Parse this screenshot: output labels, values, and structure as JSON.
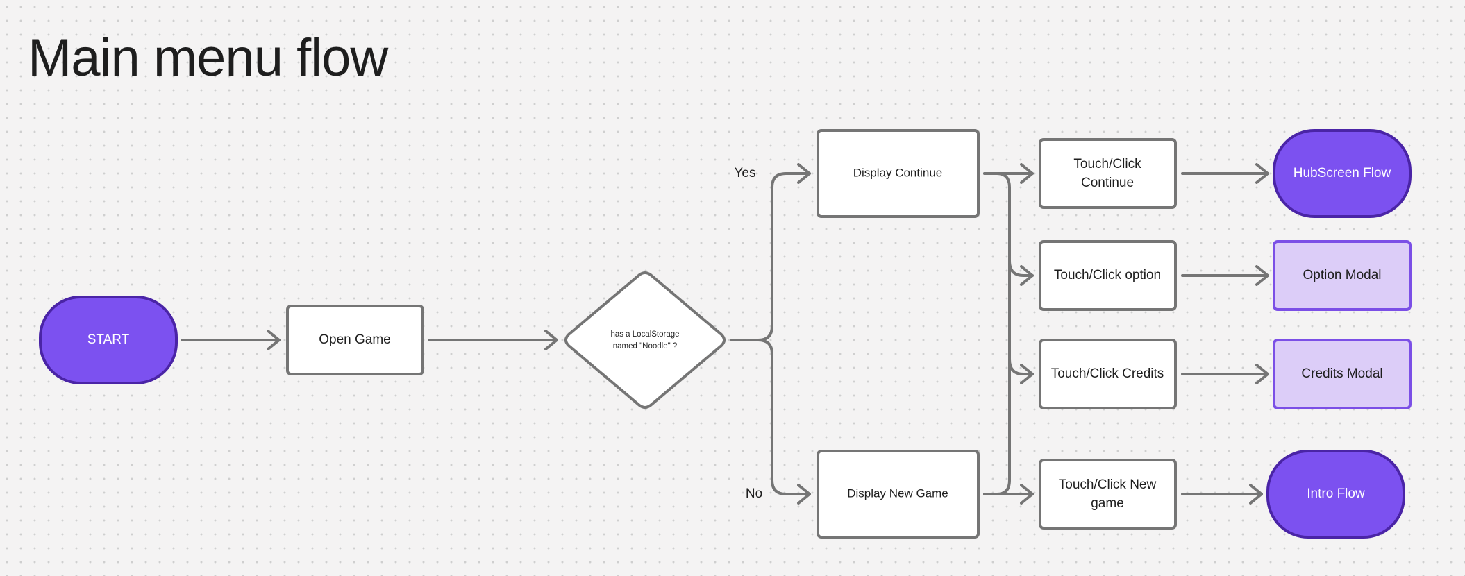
{
  "title": "Main menu flow",
  "colors": {
    "terminal_fill": "#7c51f0",
    "terminal_stroke": "#4a24a6",
    "modal_fill": "#dccdf8",
    "modal_stroke": "#7b4fe6",
    "box_stroke": "#757575",
    "background": "#f4f3f3"
  },
  "nodes": {
    "start": "START",
    "open_game": "Open Game",
    "decision": [
      "has a LocalStorage",
      "named \"Noodle\" ?"
    ],
    "display_continue": "Display Continue",
    "display_new_game": "Display New Game",
    "touch_continue": [
      "Touch/Click",
      "Continue"
    ],
    "touch_option": "Touch/Click option",
    "touch_credits": "Touch/Click Credits",
    "touch_new_game": [
      "Touch/Click New",
      "game"
    ],
    "hubscreen_flow": "HubScreen Flow",
    "option_modal": "Option Modal",
    "credits_modal": "Credits Modal",
    "intro_flow": "Intro Flow"
  },
  "branches": {
    "yes": "Yes",
    "no": "No"
  }
}
